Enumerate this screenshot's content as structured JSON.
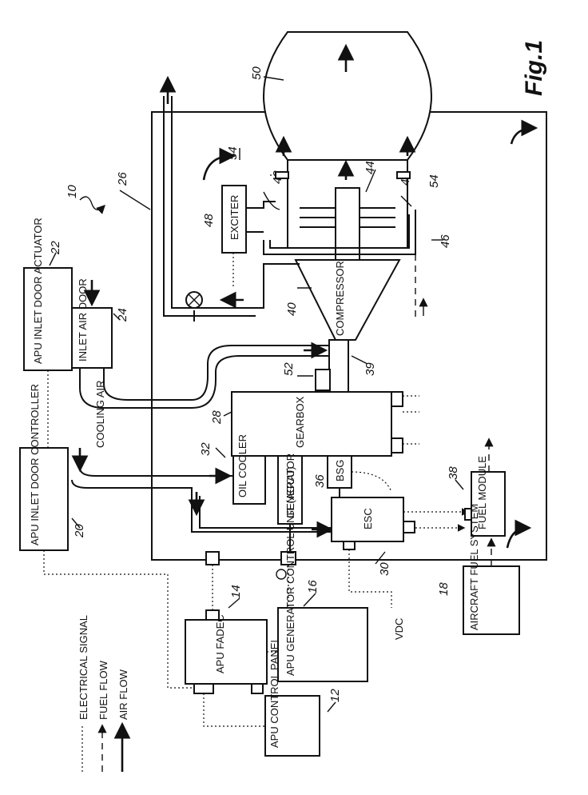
{
  "figure_label": "Fig.1",
  "components": {
    "apu_control_panel": {
      "label": "APU CONTROL PANEL",
      "ref": "12"
    },
    "apu_fadec": {
      "label": "APU FADEC",
      "ref": "14"
    },
    "agcu": {
      "label": "APU GENERATOR CONTROL UNIT (AGCU)",
      "ref": "16"
    },
    "aircraft_fuel_system": {
      "label": "AIRCRAFT FUEL SYSTEM",
      "ref": "18"
    },
    "inlet_door_controller": {
      "label": "APU INLET DOOR CONTROLLER",
      "ref": "20"
    },
    "inlet_door_actuator": {
      "label": "APU INLET DOOR ACTUATOR",
      "ref": "22"
    },
    "inlet_air_door": {
      "label": "INLET AIR DOOR",
      "ref": "24"
    },
    "enclosure": {
      "ref": "26"
    },
    "gearbox": {
      "label": "GEARBOX",
      "ref": "28"
    },
    "esc": {
      "label": "ESC",
      "ref": "30"
    },
    "oil_cooler": {
      "label": "OIL COOLER",
      "ref": "32"
    },
    "generator": {
      "label": "GENERATOR"
    },
    "bsg": {
      "label": "BSG",
      "ref": "36"
    },
    "fuel_module": {
      "label": "FUEL MODULE",
      "ref": "38"
    },
    "shaft": {
      "ref": "39"
    },
    "compressor": {
      "label": "COMPRESSOR",
      "ref": "40"
    },
    "combustor": {
      "ref": "42"
    },
    "turbine": {
      "ref": "44"
    },
    "fuel_manifold": {
      "ref": "46"
    },
    "exciter": {
      "label": "EXCITER",
      "ref": "48"
    },
    "exhaust": {
      "ref": "50"
    },
    "sensor": {
      "ref": "52"
    },
    "igniter": {
      "ref": "54"
    },
    "system": {
      "ref": "10"
    }
  },
  "annotations": {
    "cooling_air": "COOLING AIR",
    "vdc": "VDC"
  },
  "legend": {
    "electrical": "ELECTRICAL SIGNAL",
    "fuel": "FUEL FLOW",
    "air": "AIR FLOW"
  }
}
